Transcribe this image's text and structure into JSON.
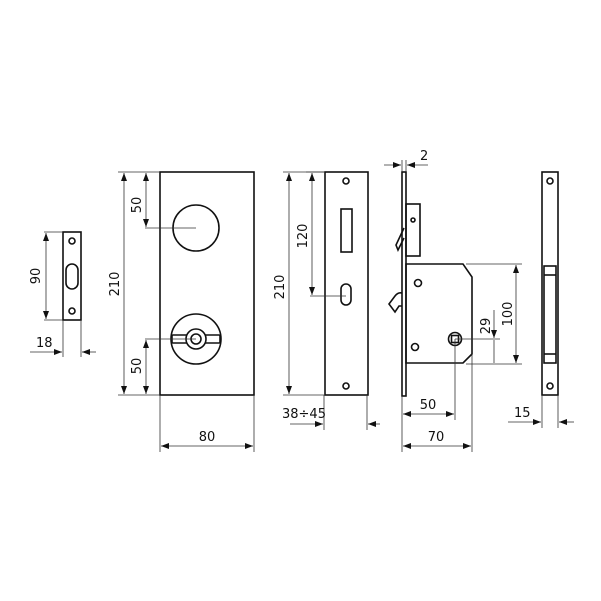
{
  "drawing": {
    "subject": "Sliding door mortise lock with escutcheon plate, forend and strike plates",
    "views": [
      {
        "id": "small-strike",
        "dims": {
          "height": "90",
          "width": "18"
        }
      },
      {
        "id": "escutcheon-plate",
        "dims": {
          "height": "210",
          "top_to_knob": "50",
          "bottom_to_turn": "50",
          "width": "80"
        }
      },
      {
        "id": "forend-plate",
        "dims": {
          "height": "210",
          "hook_to_handle": "120",
          "door_thickness": "38÷45"
        }
      },
      {
        "id": "lock-body-side",
        "dims": {
          "plate_thickness": "2",
          "case_height": "100",
          "spindle_height": "29",
          "backset": "50",
          "case_depth": "70"
        }
      },
      {
        "id": "strike-plate",
        "dims": {
          "width": "15"
        }
      }
    ]
  },
  "labels": {
    "s_h": "90",
    "s_w": "18",
    "e_h": "210",
    "e_top": "50",
    "e_bot": "50",
    "e_w": "80",
    "f_h": "210",
    "f_mid": "120",
    "f_w": "38÷45",
    "l_t": "2",
    "l_h": "100",
    "l_s": "29",
    "l_b": "50",
    "l_d": "70",
    "k_w": "15"
  }
}
